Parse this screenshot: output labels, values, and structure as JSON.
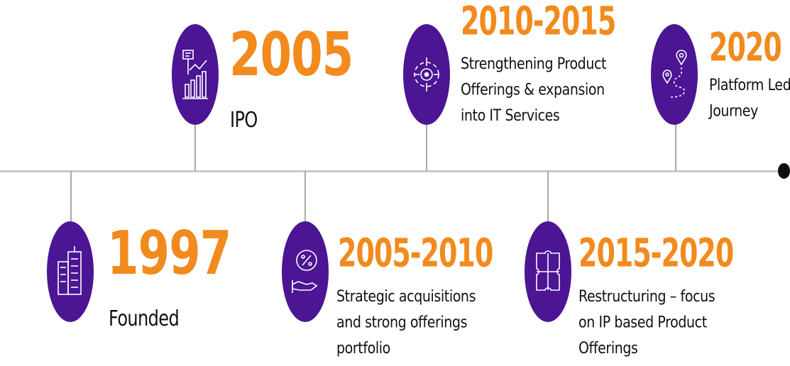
{
  "milestones": [
    {
      "year": "1997",
      "description": [
        "Founded"
      ],
      "icon": "buildings-icon"
    },
    {
      "year": "2005",
      "description": [
        "IPO"
      ],
      "icon": "ipo-chart-icon"
    },
    {
      "year": "2005-2010",
      "description": [
        "Strategic acquisitions",
        "and strong offerings",
        "portfolio"
      ],
      "icon": "hand-percent-icon"
    },
    {
      "year": "2010-2015",
      "description": [
        "Strengthening Product",
        "Offerings & expansion",
        "into IT Services"
      ],
      "icon": "target-icon"
    },
    {
      "year": "2015-2020",
      "description": [
        "Restructuring – focus",
        "on IP based Product",
        "Offerings"
      ],
      "icon": "puzzle-icon"
    },
    {
      "year": "2020",
      "description": [
        "Platform Led",
        "Journey"
      ],
      "icon": "route-pin-icon"
    }
  ],
  "colors": {
    "circle": "#4b1594",
    "year": "#f28a1e",
    "text": "#111111",
    "line": "#c9c9c9"
  }
}
